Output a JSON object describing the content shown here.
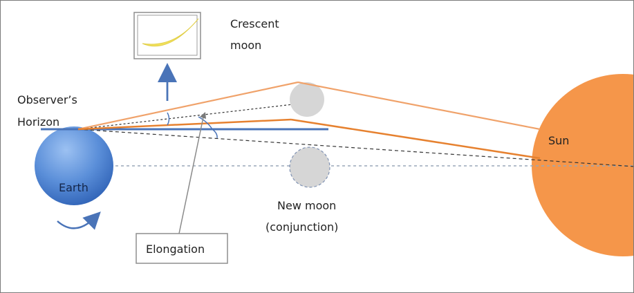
{
  "labels": {
    "crescent_line1": "Crescent",
    "crescent_line2": "moon",
    "observer_line1": "Observer’s",
    "observer_line2": "Horizon",
    "earth": "Earth",
    "sun": "Sun",
    "new_moon_line1": "New moon",
    "new_moon_line2": "(conjunction)",
    "elongation": "Elongation"
  },
  "colors": {
    "earth": "#5b8fd9",
    "sun": "#f5964a",
    "sun_ray": "#e6812f",
    "horizon": "#4a74b8",
    "moon": "#d6d6d6",
    "crescent": "#f2e15c",
    "frame": "#7a7a7a"
  },
  "icons": {
    "earth_rotation": "curved-arrow-icon",
    "up_arrow": "arrow-up-icon"
  }
}
